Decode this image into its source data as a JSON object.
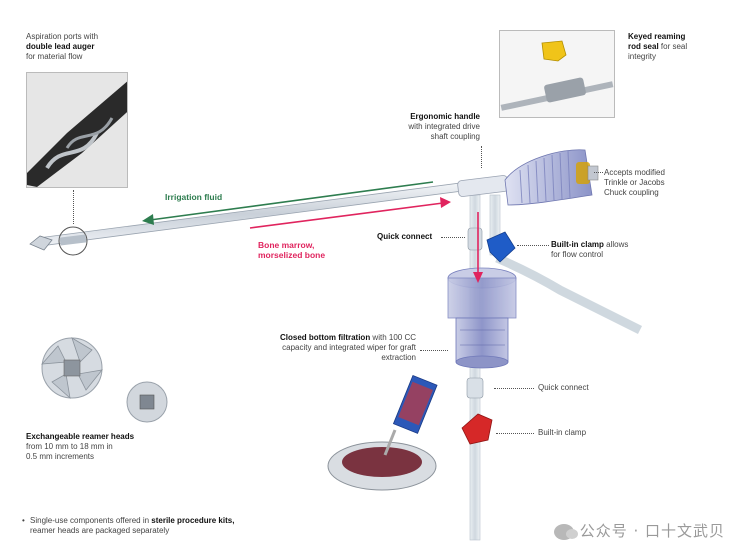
{
  "callouts": {
    "aspiration": {
      "line1": "Aspiration ports with",
      "bold": "double lead auger",
      "line3": "for material flow"
    },
    "keyed_seal": {
      "bold1": "Keyed reaming",
      "bold2": "rod seal",
      "rest2": " for seal",
      "line3": "integrity"
    },
    "handle": {
      "bold": "Ergonomic handle",
      "line2": "with integrated drive",
      "line3": "shaft coupling"
    },
    "accepts": {
      "line1": "Accepts modified",
      "line2": "Trinkle or Jacobs",
      "line3": "Chuck coupling"
    },
    "quick_connect_top": {
      "bold": "Quick connect"
    },
    "clamp_top": {
      "bold": "Built-in clamp",
      "rest": " allows",
      "line2": "for flow control"
    },
    "filtration": {
      "bold": "Closed bottom filtration",
      "rest": " with 100 CC",
      "line2": "capacity and integrated wiper for graft",
      "line3": "extraction"
    },
    "quick_connect_bottom": {
      "text": "Quick connect"
    },
    "clamp_bottom": {
      "text": "Built-in clamp"
    },
    "reamer_heads": {
      "bold": "Exchangeable reamer heads",
      "line2": "from 10 mm to 18 mm in",
      "line3": "0.5 mm increments"
    }
  },
  "flow": {
    "irrigation": {
      "label": "Irrigation fluid",
      "color": "#2e7d4f"
    },
    "marrow": {
      "line1": "Bone marrow,",
      "line2": "morselized bone",
      "color": "#e0245e"
    }
  },
  "footnote": {
    "pre": "Single-use components offered in ",
    "bold": "sterile procedure kits,",
    "line2": "reamer heads are packaged separately"
  },
  "watermark": {
    "text": "公众号 · 口十文武贝"
  }
}
